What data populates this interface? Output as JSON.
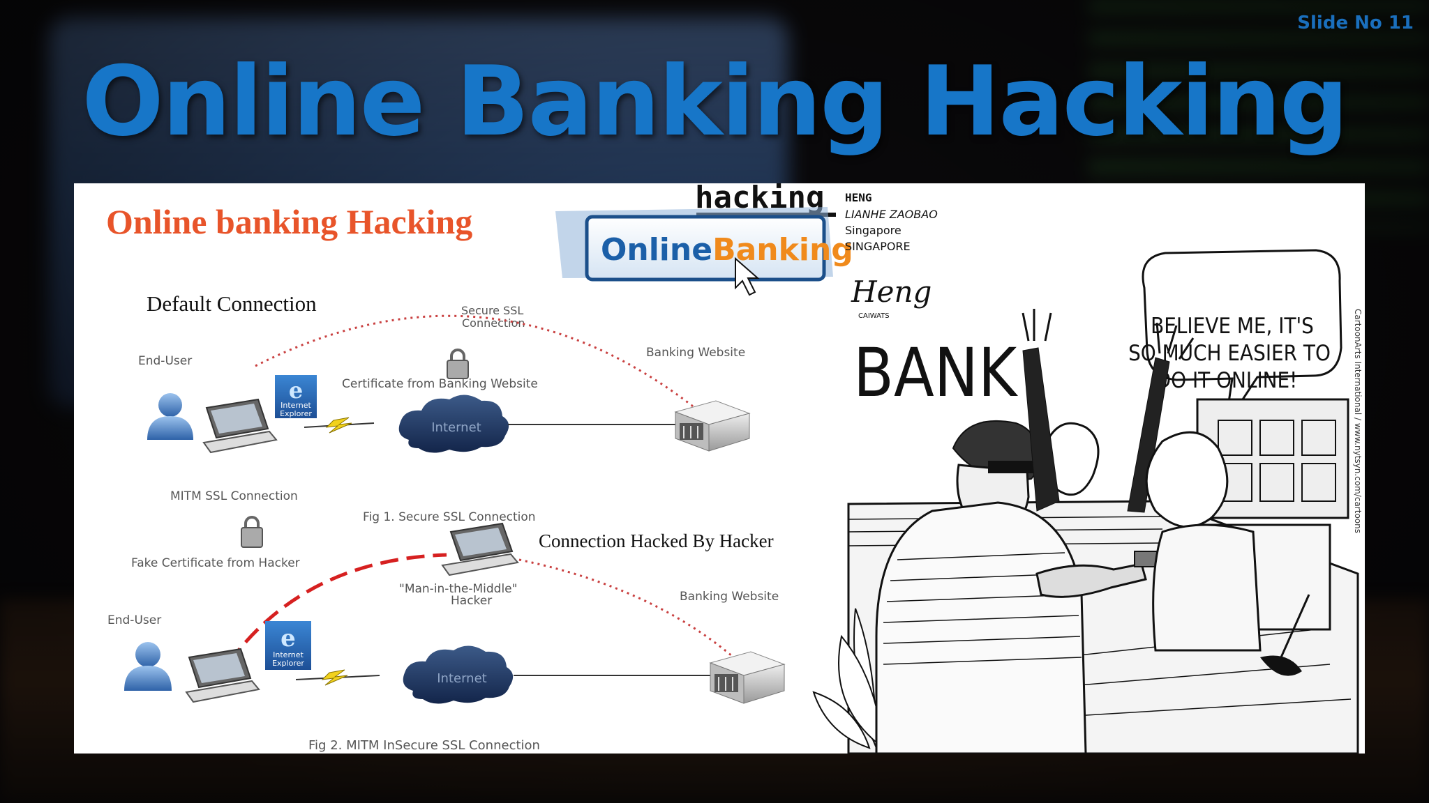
{
  "slide": {
    "number_label": "Slide No 11",
    "title": "Online Banking Hacking"
  },
  "diagram": {
    "heading": "Online banking Hacking",
    "hacking_logo": "hacking",
    "online_banking_logo": {
      "part1": "Online",
      "part2": "Banking"
    },
    "fig1": {
      "section_title": "Default Connection",
      "ssl_label": [
        "Secure SSL",
        "Connection"
      ],
      "end_user": "End-User",
      "certificate": "Certificate from Banking Website",
      "internet": "Internet",
      "banking_website": "Banking Website",
      "ie_label": [
        "Internet",
        "Explorer"
      ],
      "caption": "Fig 1. Secure SSL Connection"
    },
    "fig2": {
      "mitm_label": "MITM SSL Connection",
      "fake_certificate": "Fake Certificate from Hacker",
      "section_title": "Connection Hacked By Hacker",
      "mitm_hacker": [
        "\"Man-in-the-Middle\"",
        "Hacker"
      ],
      "end_user": "End-User",
      "internet": "Internet",
      "banking_website": "Banking Website",
      "ie_label": [
        "Internet",
        "Explorer"
      ],
      "caption": "Fig 2. MITM InSecure SSL Connection"
    }
  },
  "cartoon": {
    "credit": [
      "HENG",
      "LIANHE ZAOBAO",
      "Singapore",
      "SINGAPORE"
    ],
    "signature": "Heng",
    "signature_sub": "CAIWATS",
    "bank_sign": "BANK",
    "speech": [
      "BELIEVE ME, IT'S",
      "SO MUCH EASIER TO",
      "DO IT ONLINE!"
    ],
    "side_credit": "CartoonArts International / www.nytsyn.com/cartoons"
  },
  "colors": {
    "title_blue": "#1776c8",
    "heading_orange": "#e8542a",
    "attack_red": "#d62020"
  }
}
